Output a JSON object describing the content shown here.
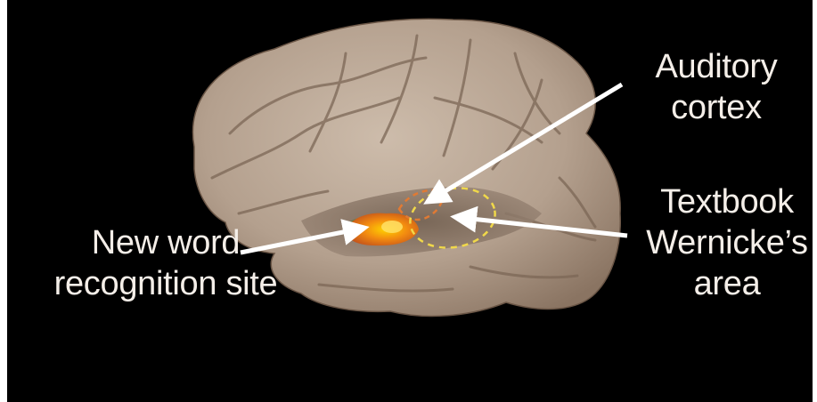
{
  "labels": {
    "auditory_cortex": [
      "Auditory",
      "cortex"
    ],
    "textbook_wernicke": [
      "Textbook",
      "Wernicke’s",
      "area"
    ],
    "new_word_site": [
      "New word",
      "recognition site"
    ]
  },
  "colors": {
    "background": "#000000",
    "brain": "#b8a594",
    "label_text": "#f4eee8",
    "arrow": "#ffffff",
    "activation": "#f08a12",
    "wernicke_outline": "#f0d84a",
    "auditory_outline": "#e07a34"
  }
}
